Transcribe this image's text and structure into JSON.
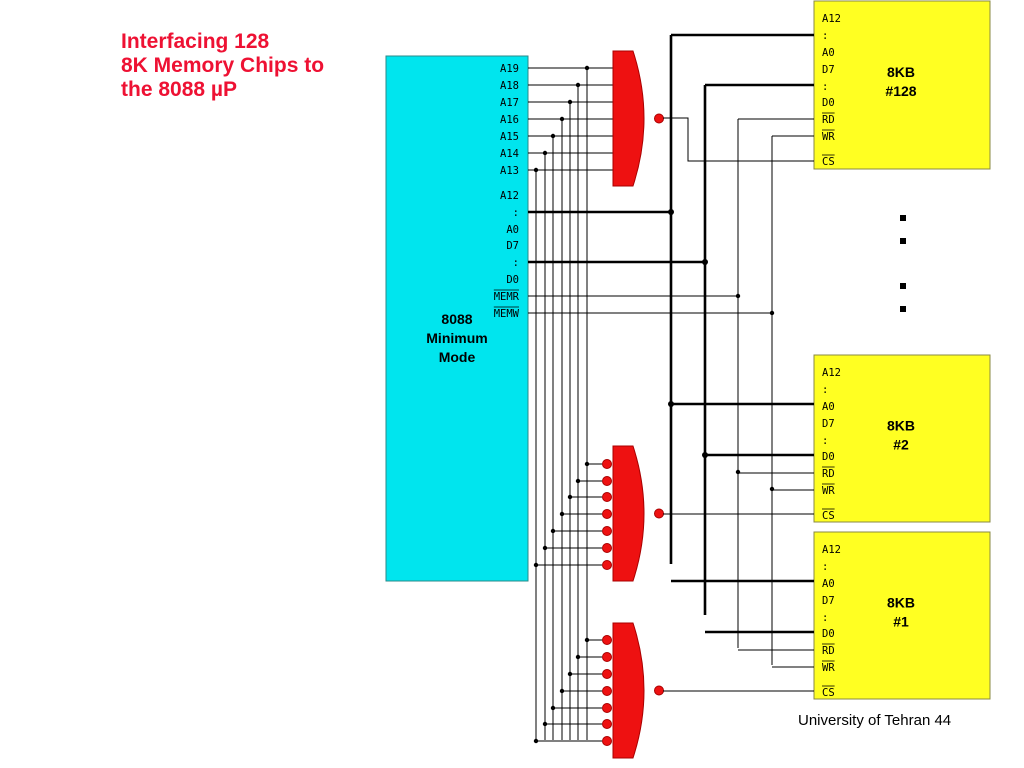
{
  "title": {
    "line1": "Interfacing 128",
    "line2": "8K Memory Chips to",
    "line3": "the 8088 µP"
  },
  "cpu": {
    "label_lines": [
      "8088",
      "Minimum",
      "Mode"
    ],
    "pins_upper": [
      "A19",
      "A18",
      "A17",
      "A16",
      "A15",
      "A14",
      "A13"
    ],
    "pins_lower": [
      "A12",
      ":",
      "A0",
      "D7",
      ":",
      "D0",
      "MEMR",
      "MEMW"
    ],
    "overlined": [
      "MEMR",
      "MEMW"
    ]
  },
  "memory_chips": [
    {
      "label": "8KB",
      "number": "#128"
    },
    {
      "label": "8KB",
      "number": "#2"
    },
    {
      "label": "8KB",
      "number": "#1"
    }
  ],
  "chip_pins": [
    "A12",
    ":",
    "A0",
    "D7",
    ":",
    "D0",
    "RD",
    "WR",
    "CS"
  ],
  "chip_overlined": [
    "RD",
    "WR",
    "CS"
  ],
  "footer": "University of Tehran 44",
  "colors": {
    "title": "#ee1133",
    "cpu_fill": "#00e5ee",
    "chip_fill": "#ffff22",
    "gate_fill": "#ee1111",
    "wire": "#000000"
  }
}
